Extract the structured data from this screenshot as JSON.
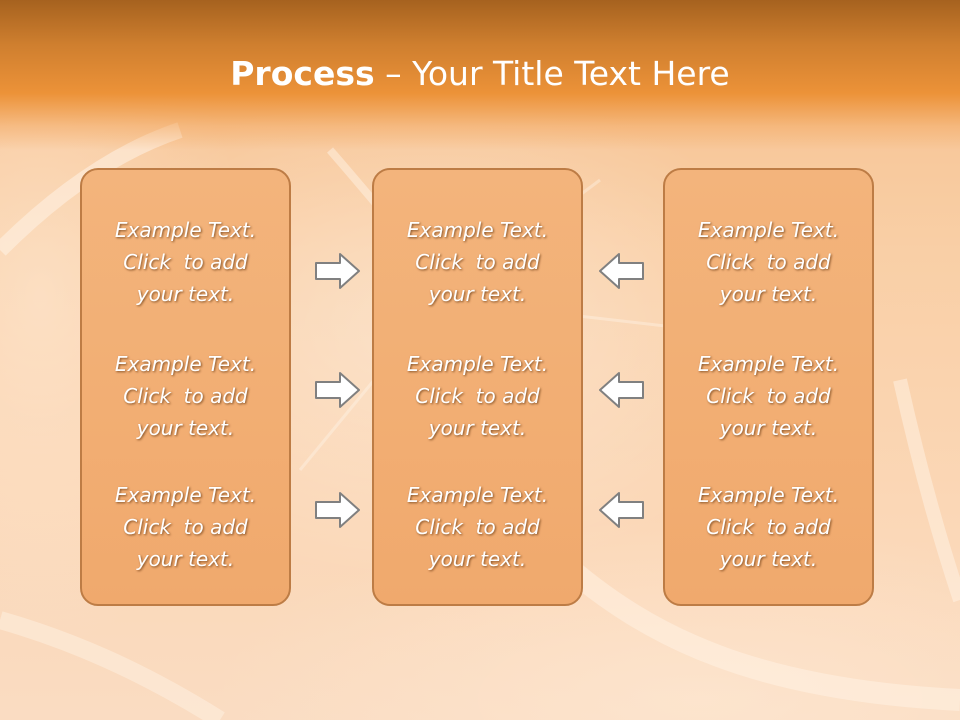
{
  "title": {
    "bold": "Process",
    "rest": " – Your Title Text Here"
  },
  "columns": [
    {
      "entries": [
        {
          "line1": "Example Text.",
          "line2": "Click  to add",
          "line3": "your text."
        },
        {
          "line1": "Example Text.",
          "line2": "Click  to add",
          "line3": "your text."
        },
        {
          "line1": "Example Text.",
          "line2": "Click  to add",
          "line3": "your text."
        }
      ]
    },
    {
      "entries": [
        {
          "line1": "Example Text.",
          "line2": "Click  to add",
          "line3": "your text."
        },
        {
          "line1": "Example Text.",
          "line2": "Click  to add",
          "line3": "your text."
        },
        {
          "line1": "Example Text.",
          "line2": "Click  to add",
          "line3": "your text."
        }
      ]
    },
    {
      "entries": [
        {
          "line1": "Example Text.",
          "line2": "Click  to add",
          "line3": "your text."
        },
        {
          "line1": "Example Text.",
          "line2": "Click  to add",
          "line3": "your text."
        },
        {
          "line1": "Example Text.",
          "line2": "Click  to add",
          "line3": "your text."
        }
      ]
    }
  ],
  "arrows": {
    "left_group": "arrow-right-icon",
    "right_group": "arrow-left-icon",
    "fill": "#ffffff",
    "outline": "#808080"
  },
  "colors": {
    "title_bar": "#ec9238",
    "box_fill": "#f2ae73",
    "box_border": "#bd7c45",
    "text": "#ffffff"
  }
}
